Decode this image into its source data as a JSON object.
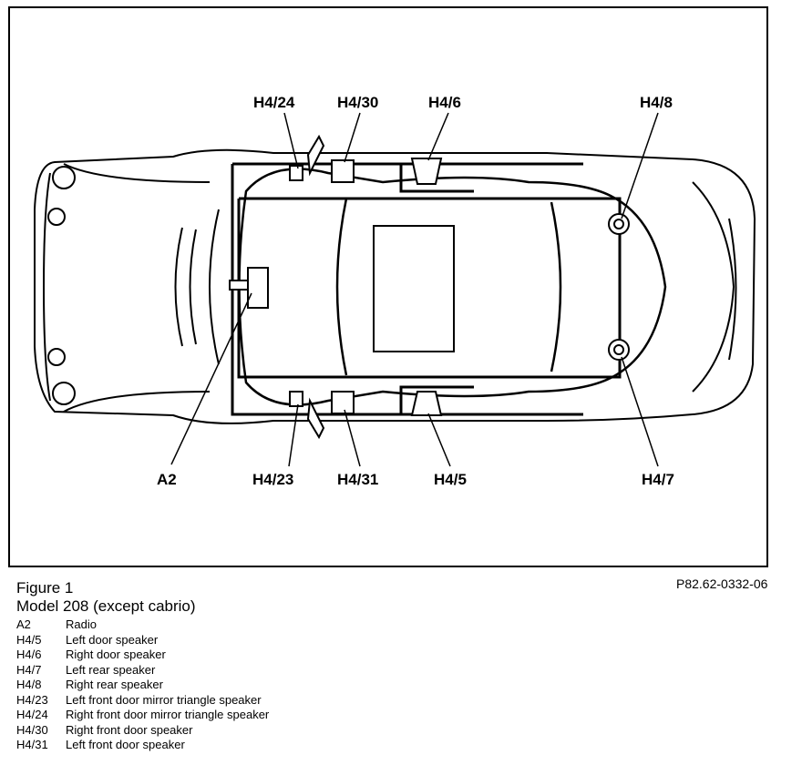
{
  "callouts": {
    "h4_24": "H4/24",
    "h4_30": "H4/30",
    "h4_6": "H4/6",
    "h4_8": "H4/8",
    "a2": "A2",
    "h4_23": "H4/23",
    "h4_31": "H4/31",
    "h4_5": "H4/5",
    "h4_7": "H4/7"
  },
  "caption": {
    "figure": "Figure 1",
    "model": "Model 208 (except cabrio)",
    "ref_code": "P82.62-0332-06"
  },
  "legend": [
    {
      "code": "A2",
      "desc": "Radio"
    },
    {
      "code": "H4/5",
      "desc": "Left door speaker"
    },
    {
      "code": "H4/6",
      "desc": "Right door speaker"
    },
    {
      "code": "H4/7",
      "desc": "Left rear speaker"
    },
    {
      "code": "H4/8",
      "desc": "Right rear speaker"
    },
    {
      "code": "H4/23",
      "desc": "Left front door mirror triangle speaker"
    },
    {
      "code": "H4/24",
      "desc": "Right front door mirror triangle speaker"
    },
    {
      "code": "H4/30",
      "desc": "Right front door speaker"
    },
    {
      "code": "H4/31",
      "desc": "Left front door speaker"
    }
  ]
}
